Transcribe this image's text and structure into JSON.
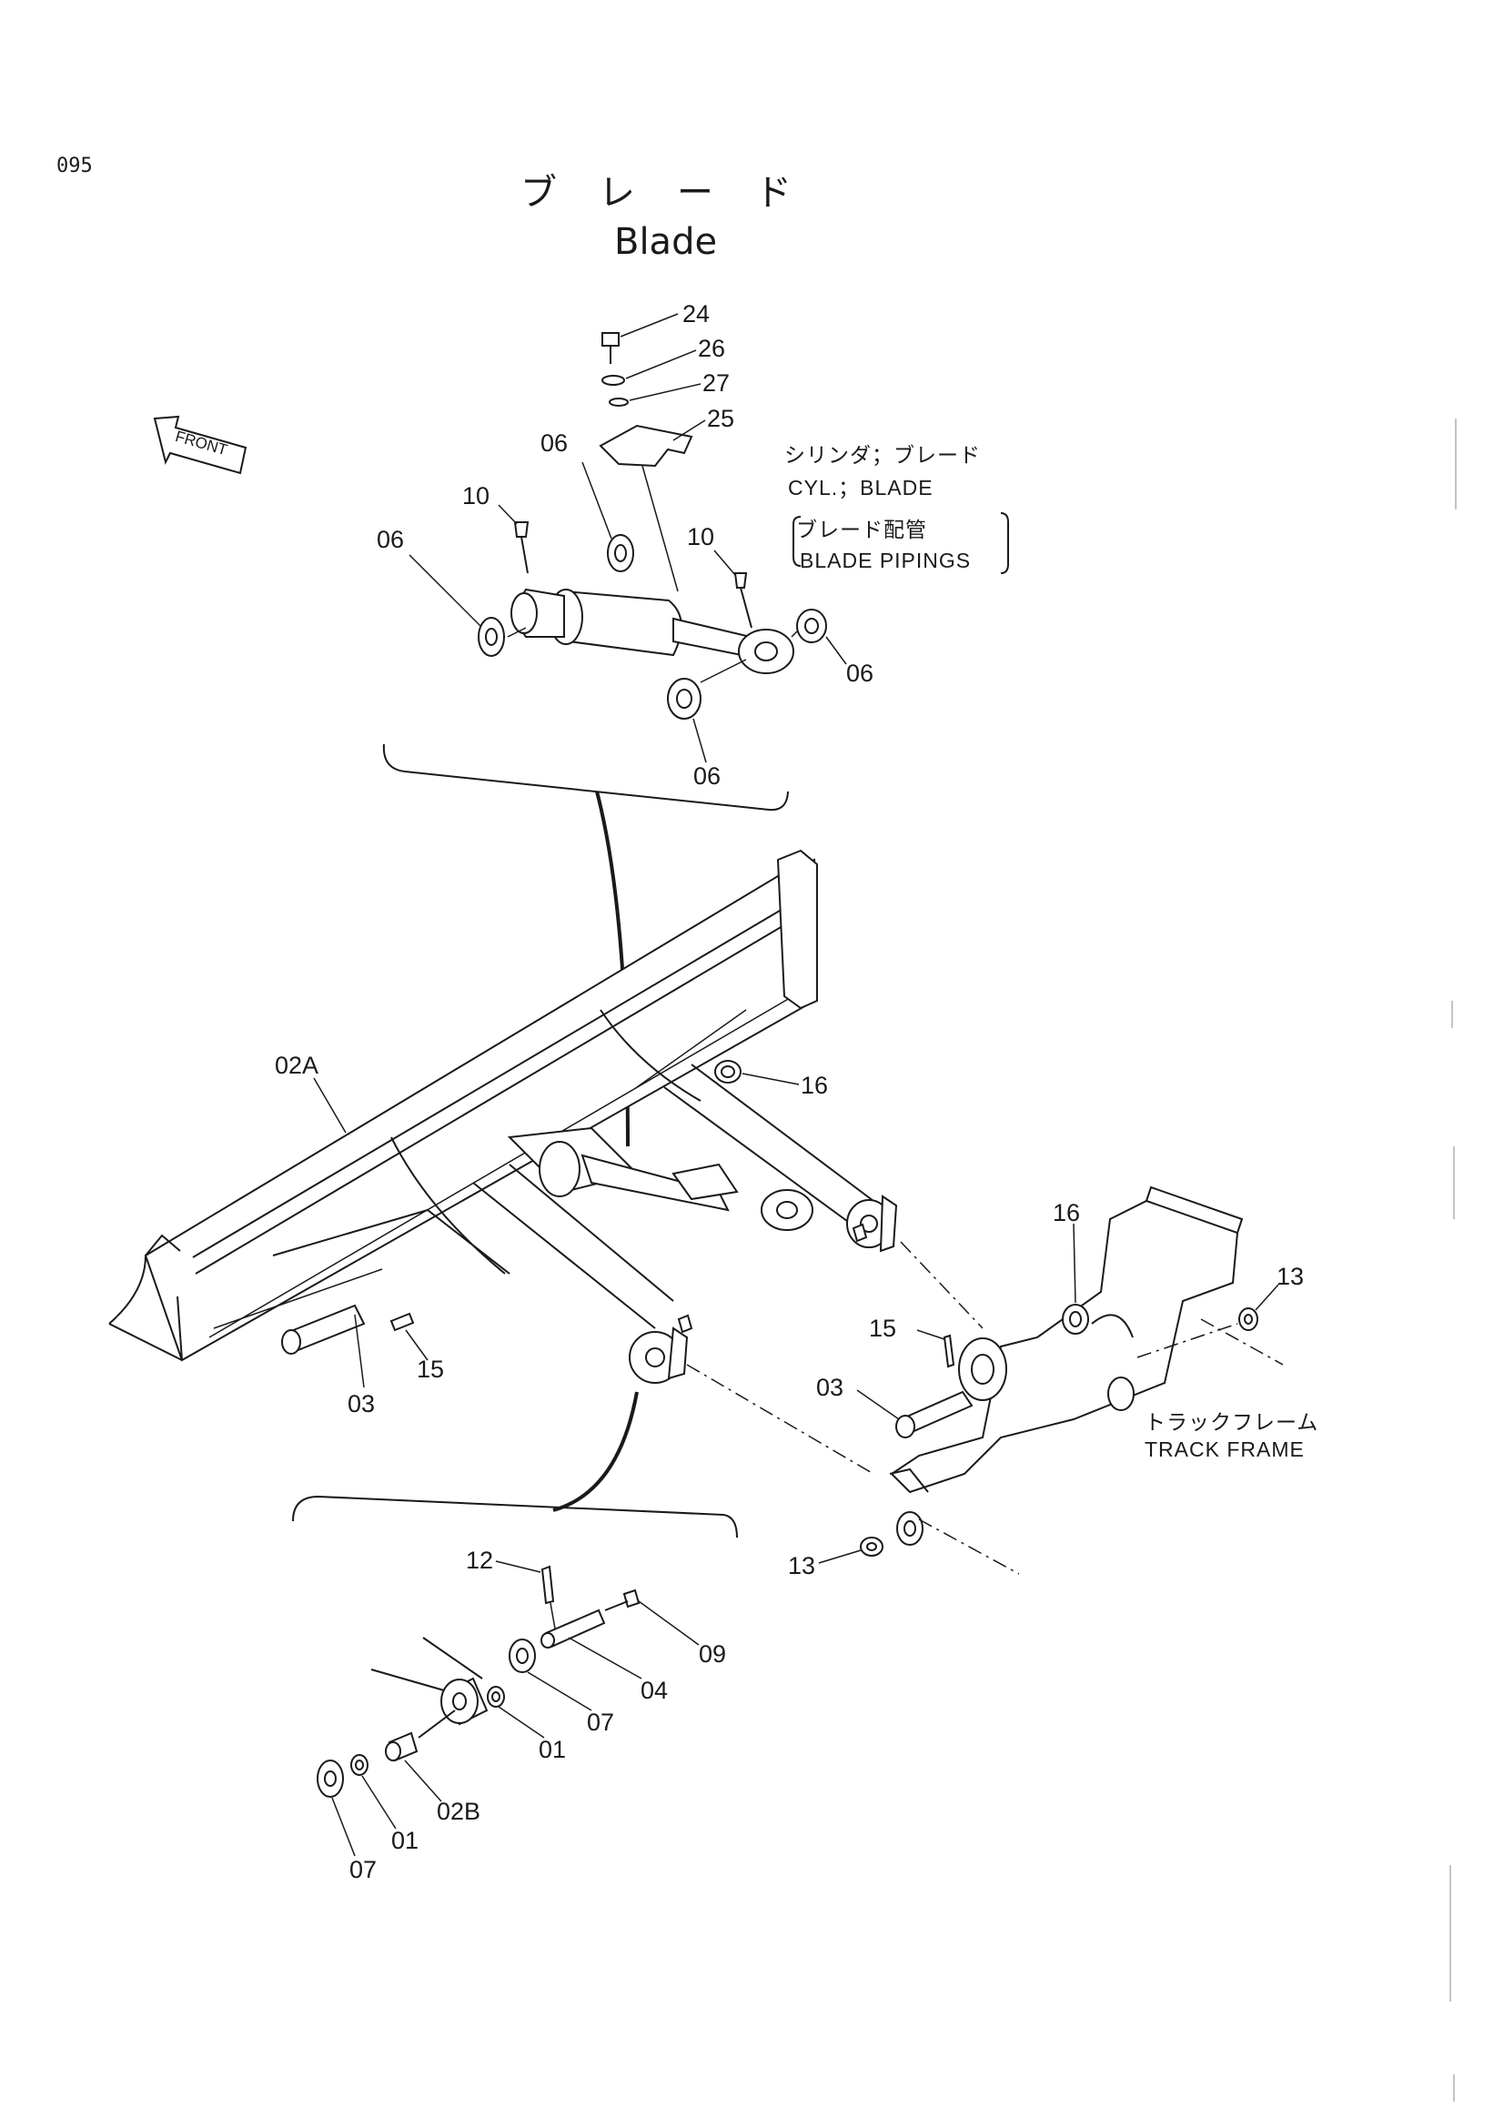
{
  "page_number": "095",
  "title_jp": "ブレード",
  "title_en": "Blade",
  "front_label": "FRONT",
  "group_note": {
    "line1": "シリンダ；ブレード",
    "line2": "CYL.；BLADE",
    "line3": "ブレード配管",
    "line4": "BLADE  PIPINGS"
  },
  "track_frame": {
    "jp": "トラックフレーム",
    "en": "TRACK  FRAME"
  },
  "callouts": {
    "c24": "24",
    "c26": "26",
    "c27": "27",
    "c25": "25",
    "c06a": "06",
    "c06b": "06",
    "c06c": "06",
    "c06d": "06",
    "c10a": "10",
    "c10b": "10",
    "c02A": "02A",
    "c16a": "16",
    "c16b": "16",
    "c13a": "13",
    "c13b": "13",
    "c15a": "15",
    "c15b": "15",
    "c03a": "03",
    "c03b": "03",
    "c12": "12",
    "c09": "09",
    "c04": "04",
    "c07a": "07",
    "c07b": "07",
    "c01a": "01",
    "c01b": "01",
    "c02B": "02B"
  }
}
